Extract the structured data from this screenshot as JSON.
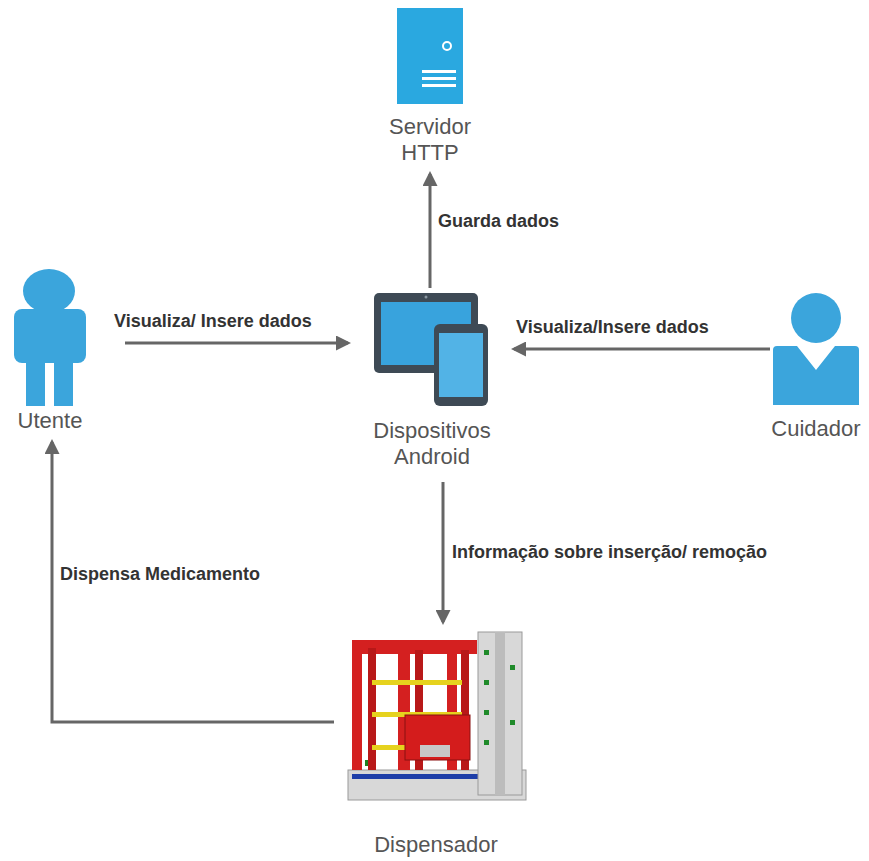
{
  "diagram": {
    "nodes": [
      {
        "text": [
          "Servidor HTTP"
        ]
      },
      {
        "text": [
          "Utente"
        ]
      },
      {
        "text": [
          "Dispositivos Android"
        ]
      },
      {
        "text": [
          "Cuidador"
        ]
      },
      {
        "text": [
          "Dispensador"
        ]
      }
    ],
    "edges": [
      {
        "from": 2,
        "to": 0,
        "label": "Guarda dados",
        "arrow": "to"
      },
      {
        "from": 1,
        "to": 2,
        "label": "Visualiza/ Insere dados",
        "arrow": "to"
      },
      {
        "from": 3,
        "to": 2,
        "label": "Visualiza/Insere dados",
        "arrow": "to"
      },
      {
        "from": 2,
        "to": 4,
        "label": "Informação sobre inserção/ remoção",
        "arrow": "to"
      },
      {
        "from": 4,
        "to": 1,
        "label": "Dispensa Medicamento",
        "arrow": "to"
      }
    ]
  }
}
